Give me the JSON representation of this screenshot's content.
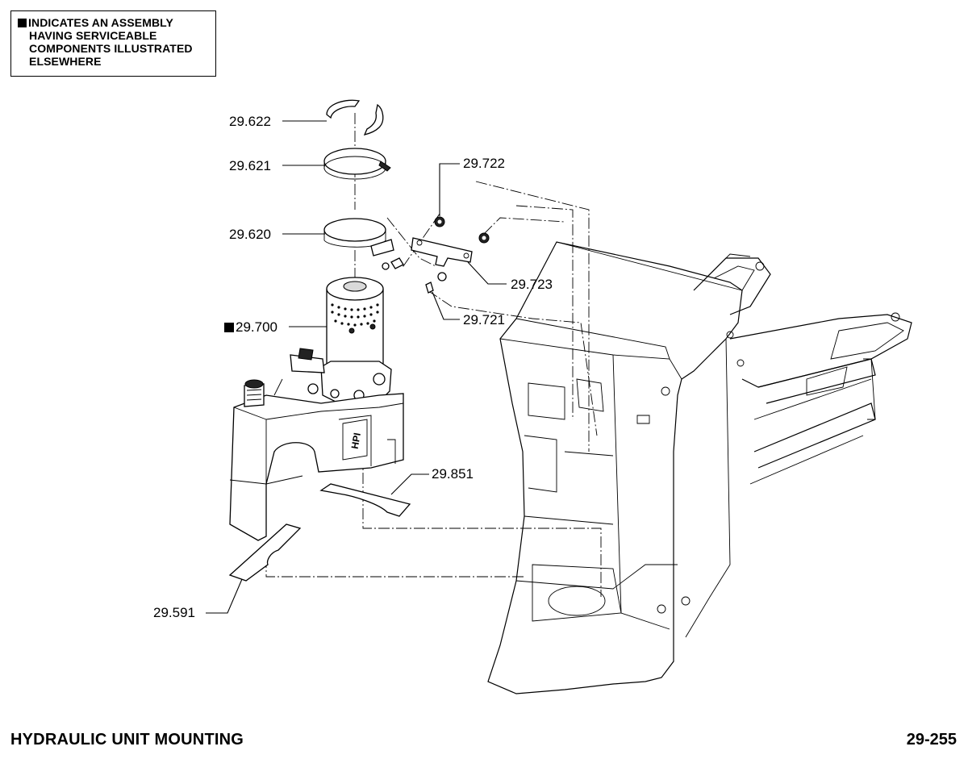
{
  "legend": {
    "marker_icon": "black-square",
    "lines": [
      "INDICATES AN ASSEMBLY",
      "HAVING SERVICEABLE",
      "COMPONENTS ILLUSTRATED",
      "ELSEWHERE"
    ]
  },
  "callouts": {
    "c_29622": "29.622",
    "c_29621": "29.621",
    "c_29620": "29.620",
    "c_29700": "29.700",
    "c_29722": "29.722",
    "c_29723": "29.723",
    "c_29721": "29.721",
    "c_29851": "29.851",
    "c_29591": "29.591"
  },
  "assembly_marker_on": "29.700",
  "footer": {
    "title": "HYDRAULIC UNIT MOUNTING",
    "page": "29-255"
  }
}
